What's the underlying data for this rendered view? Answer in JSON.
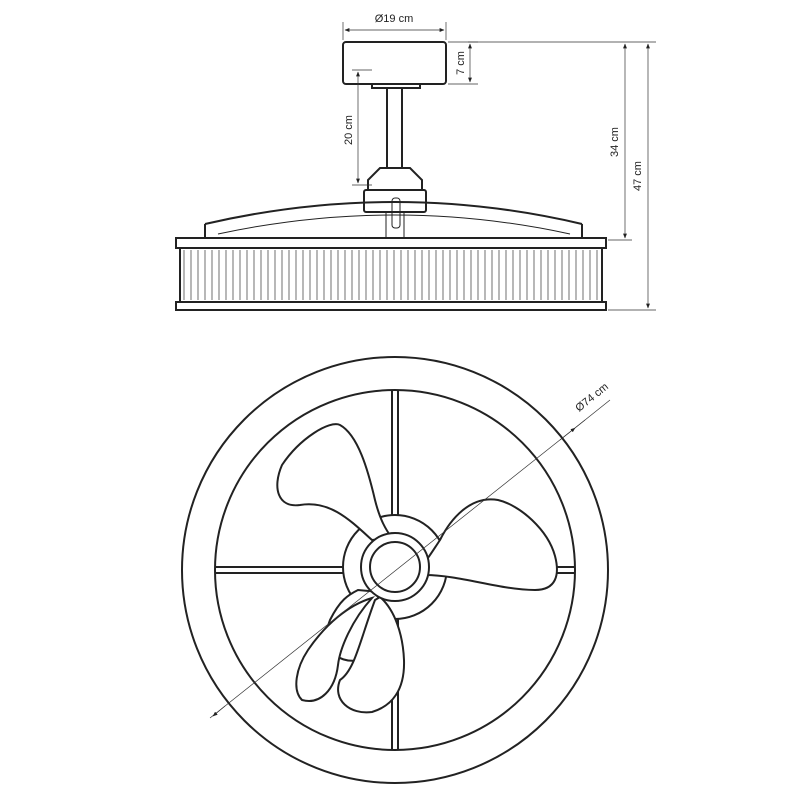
{
  "dimensions": {
    "canopy_diameter": "Ø19 cm",
    "canopy_height": "7 cm",
    "rod_length": "20 cm",
    "height_to_ring": "34 cm",
    "total_height": "47 cm",
    "diameter": "Ø74 cm"
  },
  "colors": {
    "stroke": "#222222",
    "background": "#ffffff"
  }
}
